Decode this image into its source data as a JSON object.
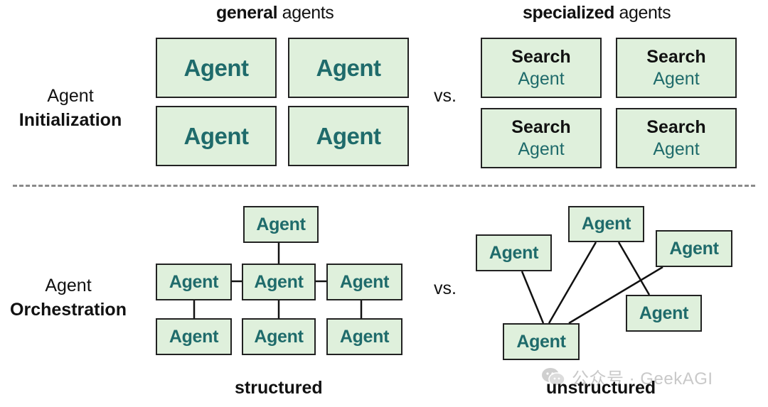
{
  "headers": {
    "general": {
      "bold": "general",
      "rest": " agents"
    },
    "specialized": {
      "bold": "specialized",
      "rest": " agents"
    }
  },
  "rows": {
    "initialization": {
      "line1": "Agent",
      "line2": "Initialization"
    },
    "orchestration": {
      "line1": "Agent",
      "line2": "Orchestration"
    }
  },
  "vs": "vs.",
  "general_agents": [
    "Agent",
    "Agent",
    "Agent",
    "Agent"
  ],
  "specialized_agents": [
    {
      "title": "Search",
      "sub": "Agent"
    },
    {
      "title": "Search",
      "sub": "Agent"
    },
    {
      "title": "Search",
      "sub": "Agent"
    },
    {
      "title": "Search",
      "sub": "Agent"
    }
  ],
  "structured": {
    "label": "structured",
    "nodes": [
      "Agent",
      "Agent",
      "Agent",
      "Agent",
      "Agent",
      "Agent",
      "Agent"
    ]
  },
  "unstructured": {
    "label": "unstructured",
    "nodes": [
      "Agent",
      "Agent",
      "Agent",
      "Agent",
      "Agent"
    ]
  },
  "watermark": {
    "text": "公众号 · GeekAGI",
    "icon": "wechat-icon"
  },
  "colors": {
    "box_fill": "#dff0dc",
    "agent_text": "#1f6b6b",
    "border": "#222222",
    "divider": "#8a8a8a"
  }
}
